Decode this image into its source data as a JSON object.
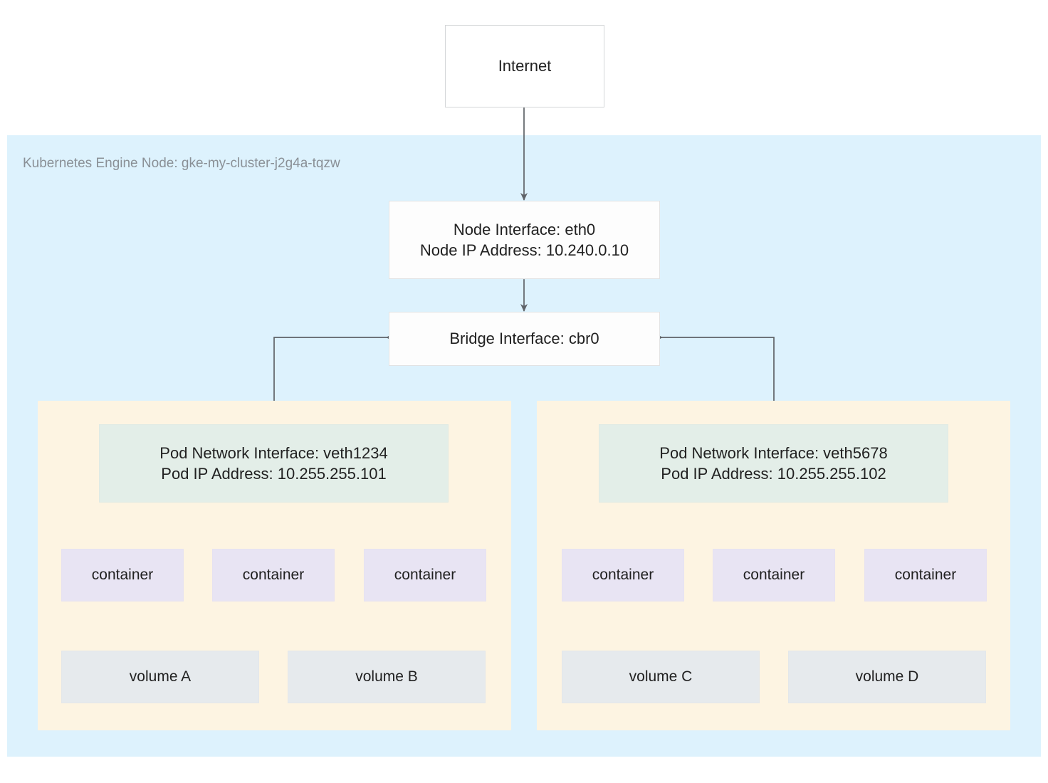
{
  "diagram": {
    "title": "Kubernetes Engine Node networking diagram",
    "colors": {
      "node_region_bg": "#ddf2fd",
      "pod_region_bg": "#fdf4e2",
      "pod_network_fill": "#e3eee8",
      "container_fill": "#e8e4f3",
      "volume_fill": "#e6eaed",
      "box_fill": "#ffffff",
      "connector": "#5f6368",
      "text": "#212121",
      "muted_text": "#8a9096"
    }
  },
  "internet": {
    "label": "Internet"
  },
  "node_region": {
    "label": "Kubernetes Engine Node: gke-my-cluster-j2g4a-tqzw"
  },
  "node_interface": {
    "line1": "Node Interface: eth0",
    "line2": "Node IP Address: 10.240.0.10"
  },
  "bridge": {
    "label": "Bridge Interface: cbr0"
  },
  "pods": [
    {
      "pod_network": {
        "line1": "Pod Network Interface: veth1234",
        "line2": "Pod IP Address: 10.255.255.101"
      },
      "containers": [
        {
          "label": "container"
        },
        {
          "label": "container"
        },
        {
          "label": "container"
        }
      ],
      "volumes": [
        {
          "label": "volume A"
        },
        {
          "label": "volume B"
        }
      ]
    },
    {
      "pod_network": {
        "line1": "Pod Network Interface: veth5678",
        "line2": "Pod IP Address: 10.255.255.102"
      },
      "containers": [
        {
          "label": "container"
        },
        {
          "label": "container"
        },
        {
          "label": "container"
        }
      ],
      "volumes": [
        {
          "label": "volume C"
        },
        {
          "label": "volume D"
        }
      ]
    }
  ],
  "connectors": [
    {
      "name": "internet-to-node-interface",
      "arrows": "both"
    },
    {
      "name": "node-interface-to-bridge",
      "arrows": "both"
    },
    {
      "name": "bridge-to-pod-1",
      "arrows": "both"
    },
    {
      "name": "bridge-to-pod-2",
      "arrows": "both"
    },
    {
      "name": "pod-1-network-to-containers",
      "arrows": "none"
    },
    {
      "name": "pod-2-network-to-containers",
      "arrows": "none"
    },
    {
      "name": "pod-1-containers-to-volumes",
      "arrows": "none"
    },
    {
      "name": "pod-2-containers-to-volumes",
      "arrows": "none"
    }
  ]
}
